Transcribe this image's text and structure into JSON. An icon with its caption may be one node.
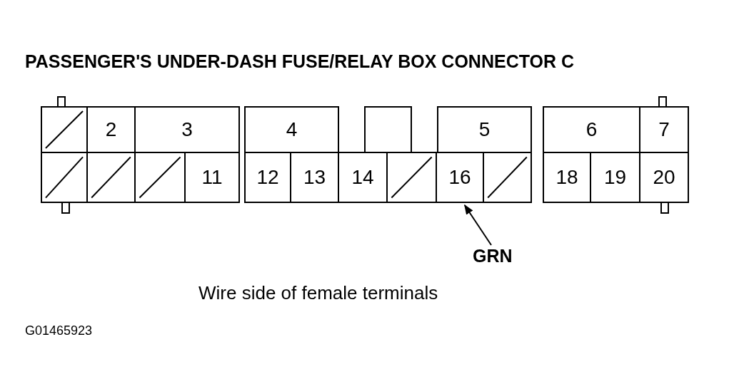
{
  "diagram": {
    "title": "PASSENGER'S UNDER-DASH FUSE/RELAY BOX CONNECTOR C",
    "nodes": [
      {
        "text": [],
        "shape": "box"
      },
      {
        "text": [
          "2"
        ]
      },
      {
        "text": [
          "3"
        ]
      },
      {
        "text": [
          "4"
        ]
      },
      {
        "text": [],
        "shape": "box"
      },
      {
        "text": [
          "5"
        ]
      },
      {
        "text": [
          "6"
        ]
      },
      {
        "text": [
          "7"
        ]
      },
      {
        "text": [],
        "shape": "box"
      },
      {
        "text": [],
        "shape": "box"
      },
      {
        "text": [],
        "shape": "box"
      },
      {
        "text": [
          "11"
        ]
      },
      {
        "text": [
          "12"
        ]
      },
      {
        "text": [
          "13"
        ]
      },
      {
        "text": [
          "14"
        ]
      },
      {
        "text": [],
        "shape": "box"
      },
      {
        "text": [
          "16"
        ]
      },
      {
        "text": [],
        "shape": "box"
      },
      {
        "text": [
          "18"
        ]
      },
      {
        "text": [
          "19"
        ]
      },
      {
        "text": [
          "20"
        ]
      },
      {
        "text": [
          "GRN"
        ]
      }
    ],
    "edges": [
      {
        "from": 21,
        "to": 16,
        "arrow": "to"
      }
    ],
    "labels": [
      "Wire side of female terminals",
      "G01465923"
    ]
  }
}
